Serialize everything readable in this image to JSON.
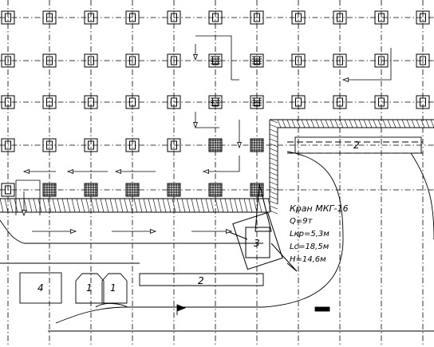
{
  "crane": {
    "title": "Кран МКГ-16",
    "q": "Q=9т",
    "lkp": "Lкр=5,3м",
    "lc": "Lc=18,5м",
    "h": "H=14,6м"
  },
  "labels": {
    "road_upper": "2",
    "road_lower": "2",
    "crane_pos": "3",
    "box4": "4",
    "box1a": "1",
    "box1b": "1"
  }
}
